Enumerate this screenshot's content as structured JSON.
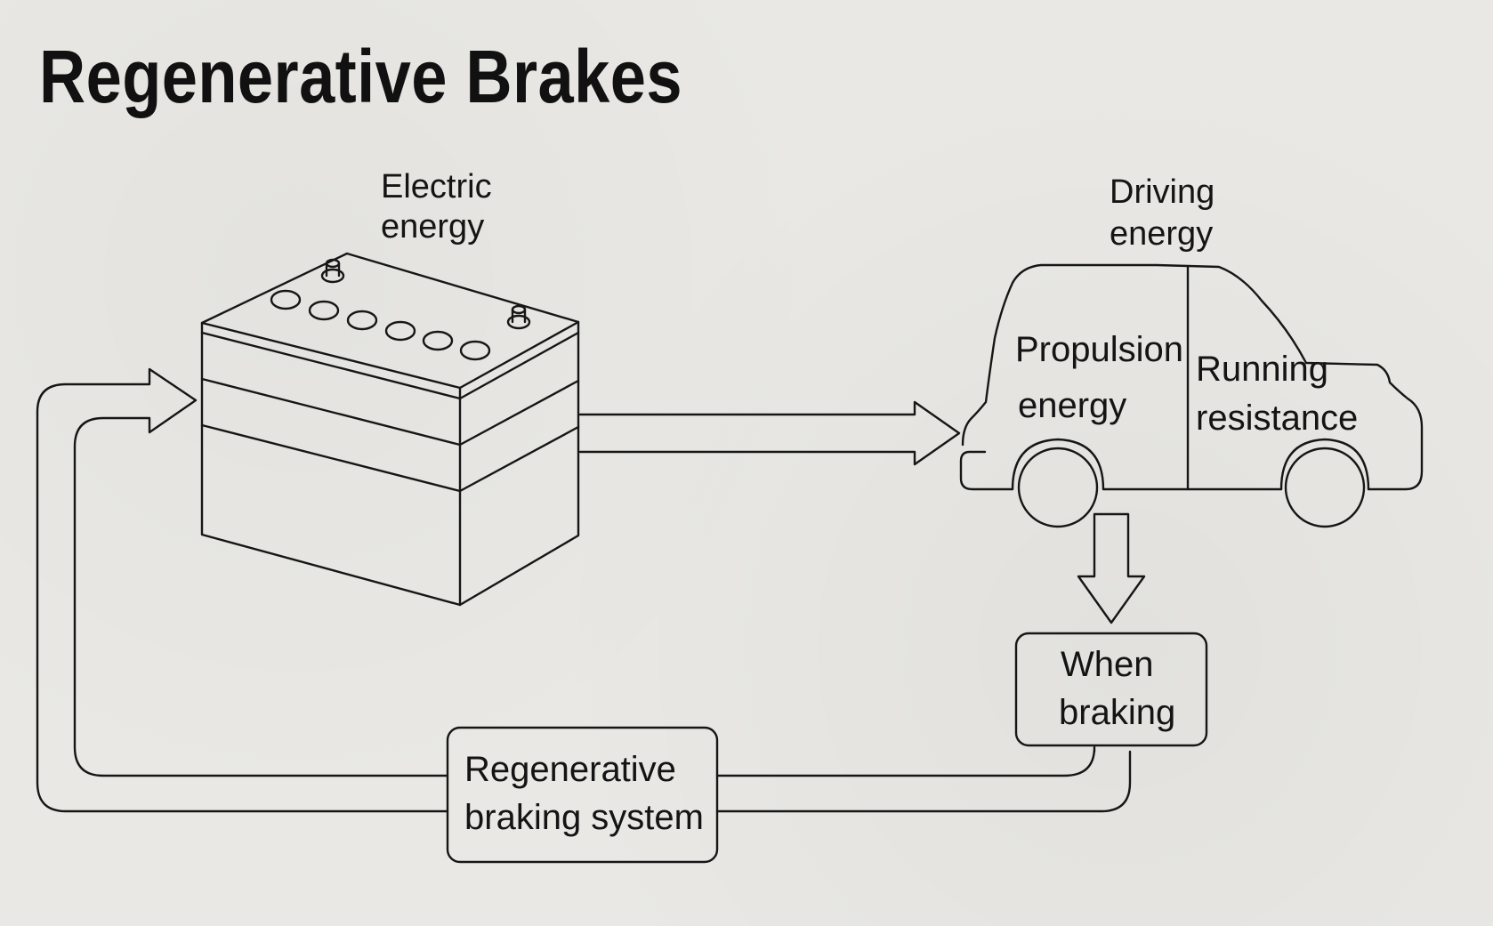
{
  "title": "Regenerative Brakes",
  "labels": {
    "electric_energy": [
      "Electric",
      "energy"
    ],
    "driving_energy": [
      "Driving",
      "energy"
    ],
    "propulsion_energy": [
      "Propulsion",
      "energy"
    ],
    "running_resistance": [
      "Running",
      "resistance"
    ],
    "when_braking": [
      "When",
      "braking"
    ],
    "regenerative_braking_system": [
      "Regenerative",
      "braking system"
    ]
  }
}
